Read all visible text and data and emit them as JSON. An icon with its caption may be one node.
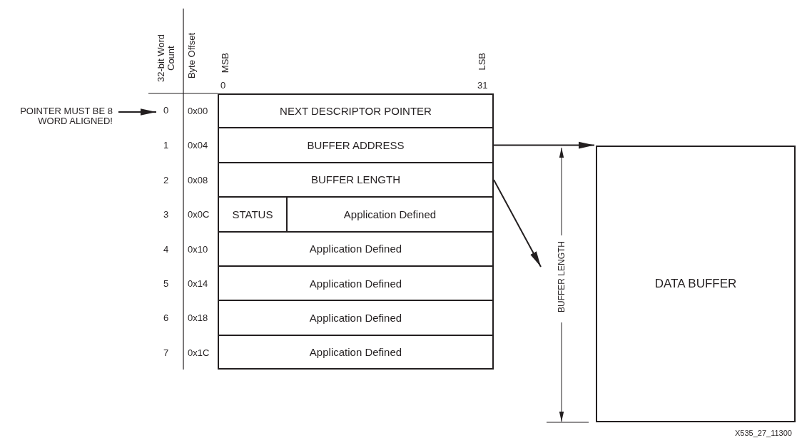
{
  "diagram": {
    "nodes": [
      {
        "text": [
          "NEXT DESCRIPTOR POINTER"
        ]
      },
      {
        "text": [
          "BUFFER ADDRESS"
        ]
      },
      {
        "text": [
          "BUFFER LENGTH"
        ]
      },
      {
        "text": [
          "STATUS"
        ]
      },
      {
        "text": [
          "Application Defined"
        ]
      },
      {
        "text": [
          "Application Defined"
        ]
      },
      {
        "text": [
          "Application Defined"
        ]
      },
      {
        "text": [
          "Application Defined"
        ]
      },
      {
        "text": [
          "Application Defined"
        ]
      },
      {
        "text": [
          "DATA BUFFER"
        ]
      },
      {
        "text": [
          "POINTER MUST BE 8 WORD ALIGNED!"
        ]
      },
      {
        "text": [
          "0"
        ]
      }
    ],
    "edges": [
      {
        "from": 10,
        "to": 11,
        "arrow": "to"
      },
      {
        "from": 1,
        "to": 9,
        "arrow": "to"
      },
      {
        "from": 2,
        "to": null,
        "arrow": "to"
      }
    ],
    "labels": [
      "32-bit Word Count",
      "Byte Offset",
      "MSB",
      "LSB",
      "0",
      "31",
      "0x00",
      "1",
      "0x04",
      "2",
      "0x08",
      "3",
      "0x0C",
      "4",
      "0x10",
      "5",
      "0x14",
      "6",
      "0x18",
      "7",
      "0x1C",
      "BUFFER LENGTH",
      "X535_27_11300"
    ]
  }
}
